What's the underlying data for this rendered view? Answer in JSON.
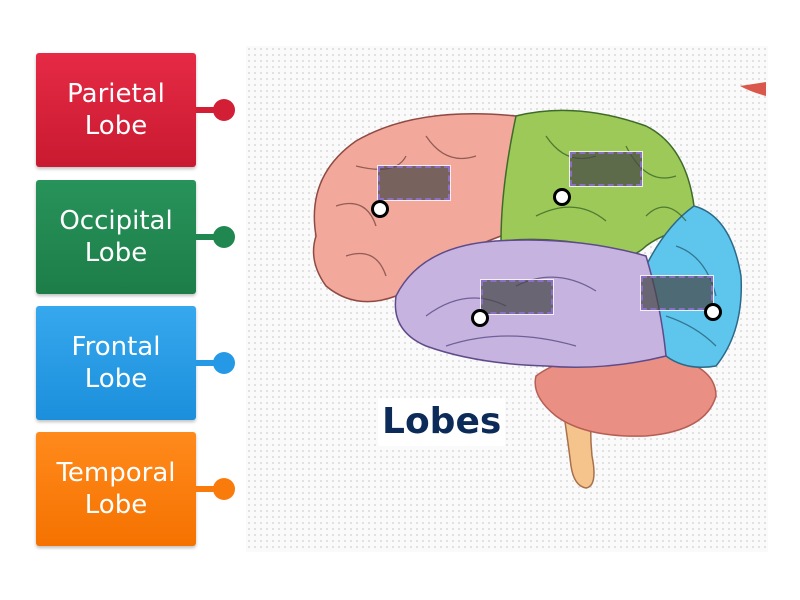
{
  "activity": {
    "type": "labelled-diagram",
    "diagram_title": "Lobes"
  },
  "labels": [
    {
      "text": "Parietal\nLobe",
      "color": "#d21f36"
    },
    {
      "text": "Occipital\nLobe",
      "color": "#208750"
    },
    {
      "text": "Frontal\nLobe",
      "color": "#2599e6"
    },
    {
      "text": "Temporal\nLobe",
      "color": "#f97b0c"
    }
  ],
  "drop_zones": [
    {
      "id": "zone-1",
      "region": "frontal-area",
      "filled": false
    },
    {
      "id": "zone-2",
      "region": "parietal-area",
      "filled": false
    },
    {
      "id": "zone-3",
      "region": "temporal-area",
      "filled": false
    },
    {
      "id": "zone-4",
      "region": "occipital-area",
      "filled": false
    }
  ],
  "diagram_colors": {
    "frontal": "#f2a99b",
    "parietal": "#9cc958",
    "temporal": "#c7b3e0",
    "occipital": "#5ec6ec",
    "cerebellum": "#e98f83",
    "brainstem": "#f4c48c",
    "title": "#0d2b59"
  }
}
